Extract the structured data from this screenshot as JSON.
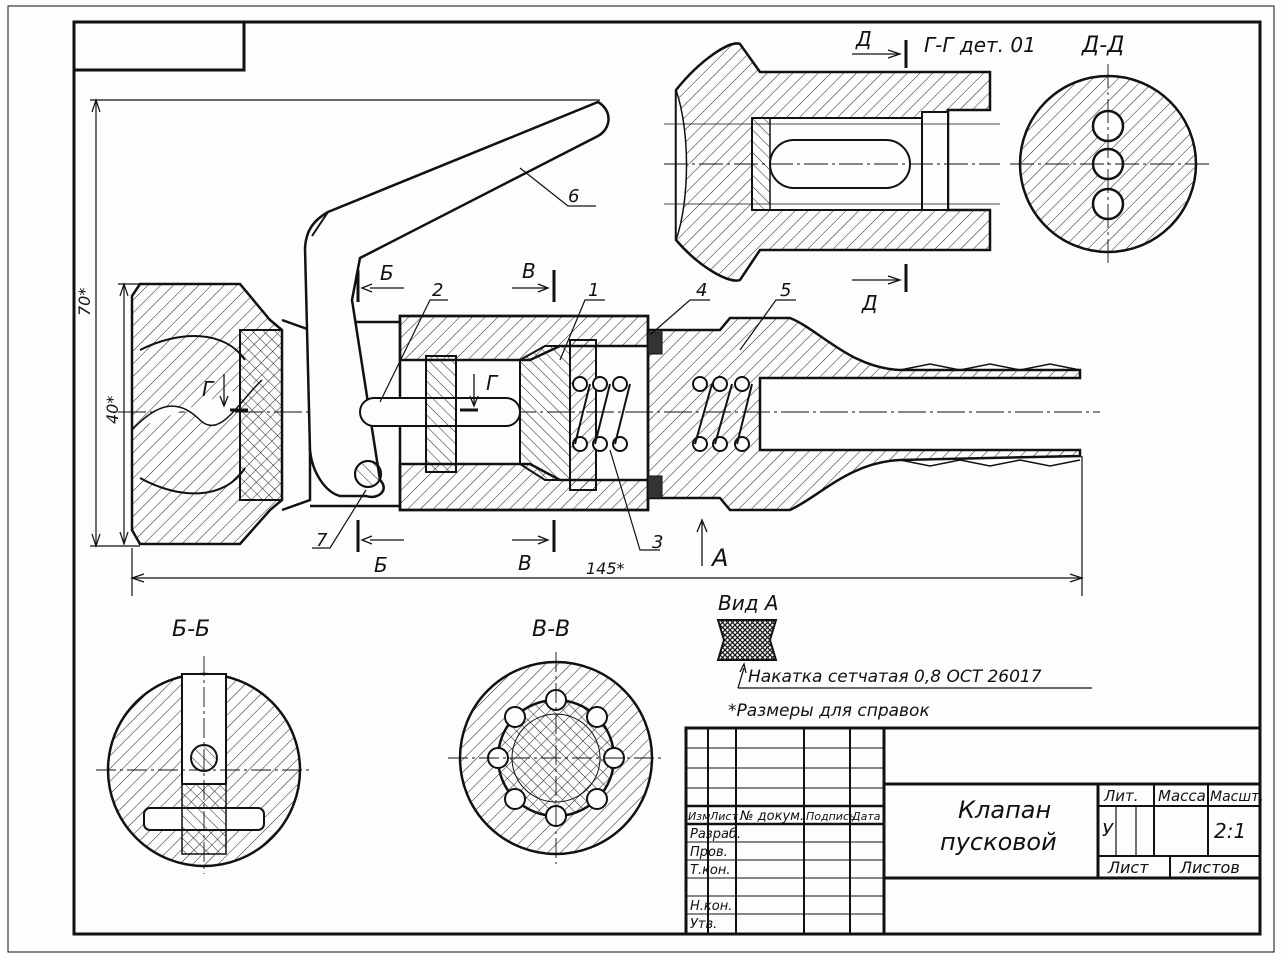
{
  "labels": {
    "section_gg": "Г-Г дет. 01",
    "section_dd": "Д-Д",
    "section_bb": "Б-Б",
    "section_vv": "В-В",
    "view_a": "Вид  А",
    "cut_b": "Б",
    "cut_v": "В",
    "cut_d": "Д",
    "cut_g": "Г",
    "arrow_a": "А",
    "parts": [
      "1",
      "2",
      "3",
      "4",
      "5",
      "6",
      "7"
    ]
  },
  "dimensions": {
    "height_total": "70*",
    "height_body": "40*",
    "length_total": "145*"
  },
  "notes": {
    "knurl": "Накатка  сетчатая  0,8 ОСТ 26017",
    "reference": "*Размеры  для  справок"
  },
  "title_block": {
    "title_line1": "Клапан",
    "title_line2": "пусковой",
    "col_headers": [
      "Изм",
      "Лист",
      "№ докум.",
      "Подпись",
      "Дата"
    ],
    "roles": [
      "Разраб.",
      "Пров.",
      "Т.кон.",
      "",
      "Н.кон.",
      "Утв."
    ],
    "lit_header": "Лит.",
    "mass_header": "Масса",
    "scale_header": "Масшт.",
    "lit_value": "У",
    "scale_value": "2:1",
    "sheet_label": "Лист",
    "sheets_label": "Листов"
  }
}
